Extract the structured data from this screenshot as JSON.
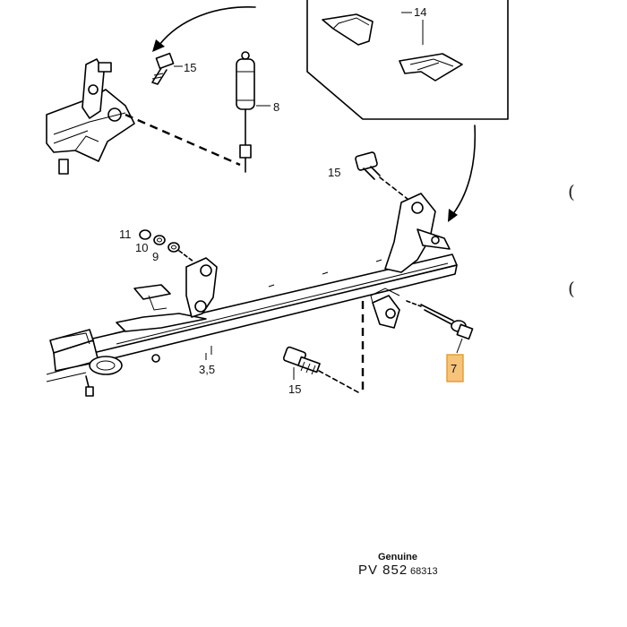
{
  "footer": {
    "genuine": "Genuine",
    "pv_prefix": "PV 852",
    "pv_number": "68313"
  },
  "labels": {
    "l14": "14",
    "l15_top": "15",
    "l8": "8",
    "l15_mid": "15",
    "l11": "11",
    "l10": "10",
    "l9": "9",
    "l35": "3,5",
    "l15_bottom": "15",
    "l7": "7"
  },
  "colors": {
    "highlight_fill": "#f6c37a",
    "highlight_stroke": "#e59b2c"
  }
}
